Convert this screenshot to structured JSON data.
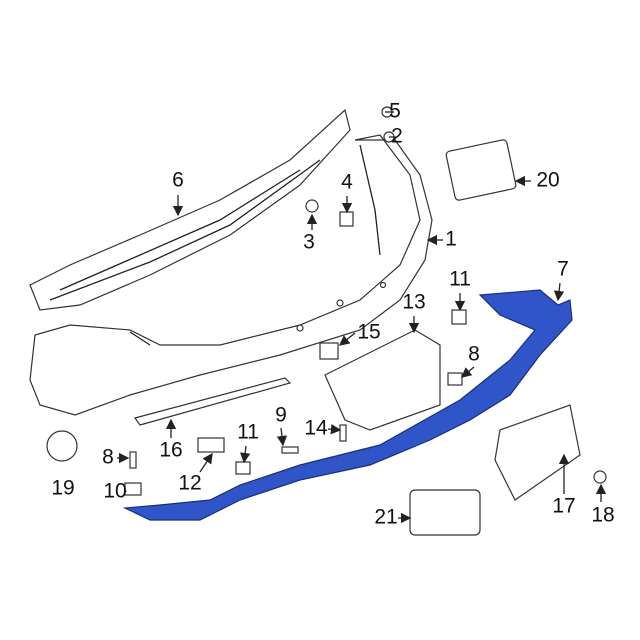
{
  "diagram": {
    "highlight_color": "#2f55c8",
    "callouts": [
      {
        "id": "1",
        "label": "1"
      },
      {
        "id": "2",
        "label": "2"
      },
      {
        "id": "3",
        "label": "3"
      },
      {
        "id": "4",
        "label": "4"
      },
      {
        "id": "5",
        "label": "5"
      },
      {
        "id": "6",
        "label": "6"
      },
      {
        "id": "7",
        "label": "7"
      },
      {
        "id": "8a",
        "label": "8"
      },
      {
        "id": "8b",
        "label": "8"
      },
      {
        "id": "9",
        "label": "9"
      },
      {
        "id": "10",
        "label": "10"
      },
      {
        "id": "11a",
        "label": "11"
      },
      {
        "id": "11b",
        "label": "11"
      },
      {
        "id": "12",
        "label": "12"
      },
      {
        "id": "13",
        "label": "13"
      },
      {
        "id": "14",
        "label": "14"
      },
      {
        "id": "15",
        "label": "15"
      },
      {
        "id": "16",
        "label": "16"
      },
      {
        "id": "17",
        "label": "17"
      },
      {
        "id": "18",
        "label": "18"
      },
      {
        "id": "19",
        "label": "19"
      },
      {
        "id": "20",
        "label": "20"
      },
      {
        "id": "21",
        "label": "21"
      }
    ]
  }
}
